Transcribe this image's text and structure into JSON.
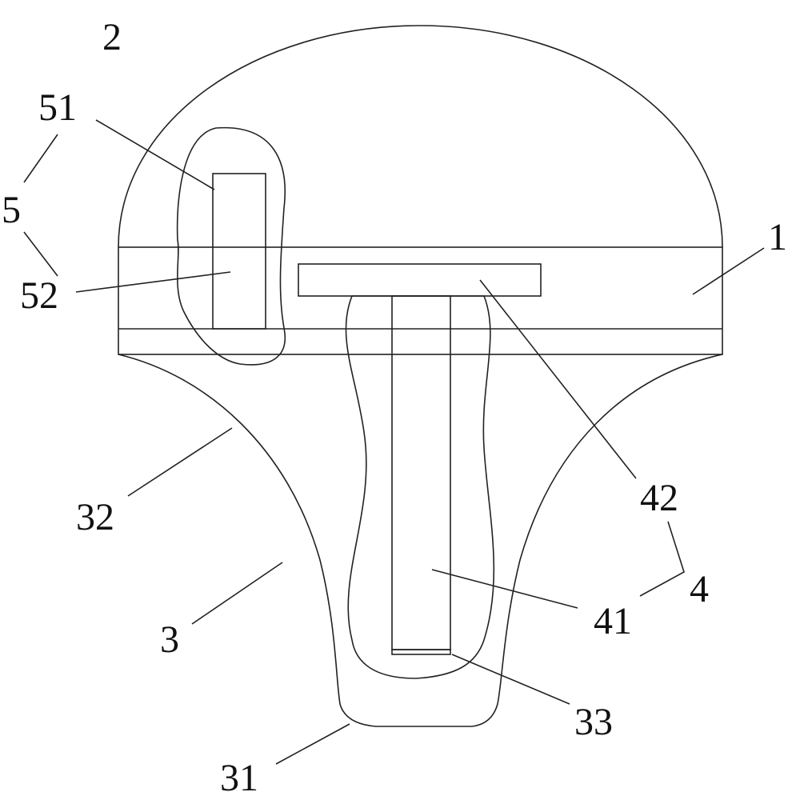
{
  "labels": {
    "l2": "2",
    "l51": "51",
    "l5": "5",
    "l52": "52",
    "l1": "1",
    "l42": "42",
    "l4": "4",
    "l41": "41",
    "l32": "32",
    "l3": "3",
    "l33": "33",
    "l31": "31"
  },
  "colors": {
    "line": "#222222",
    "background": "#ffffff"
  }
}
